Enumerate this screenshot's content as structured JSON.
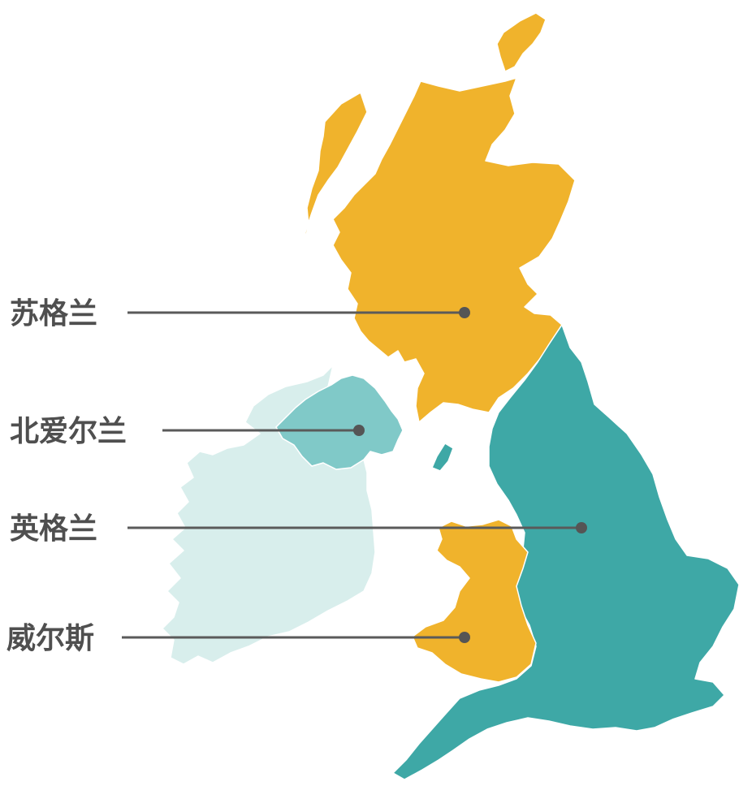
{
  "regions": [
    {
      "id": "scotland",
      "label": "苏格兰",
      "color": "#F0B32C"
    },
    {
      "id": "northern-ireland",
      "label": "北爱尔兰",
      "color": "#80C9C8"
    },
    {
      "id": "england",
      "label": "英格兰",
      "color": "#3EA8A6"
    },
    {
      "id": "wales",
      "label": "威尔斯",
      "color": "#F0B32C"
    }
  ],
  "colors": {
    "ireland": "#D8EEEC",
    "leader": "#5A5A5A"
  }
}
